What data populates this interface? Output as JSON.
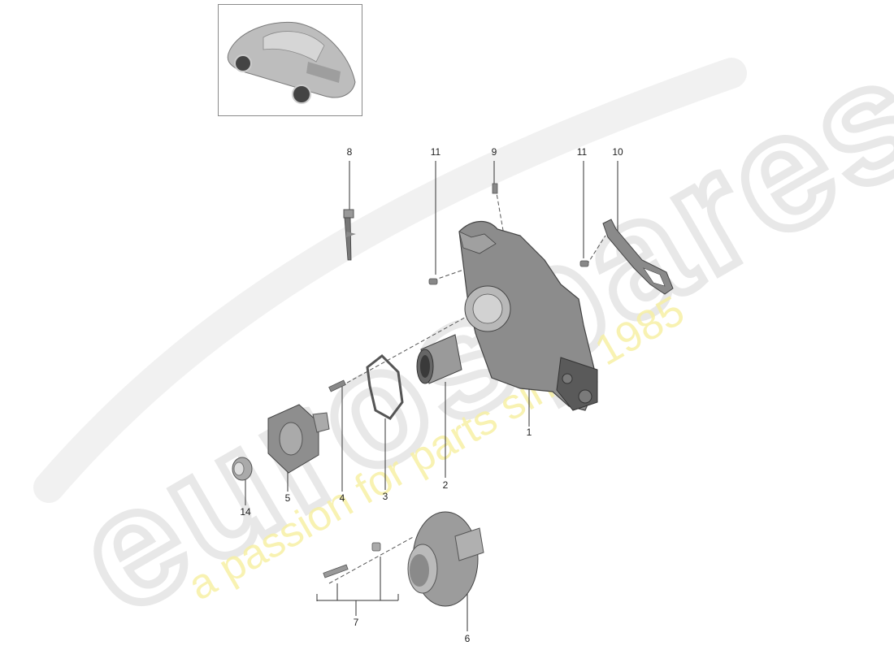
{
  "diagram": {
    "type": "exploded-parts-diagram",
    "subject": "rear wheel carrier / hub assembly",
    "thumbnail": {
      "label": "vehicle-overview",
      "depicts": "silver sports coupe, rear three-quarter view"
    },
    "watermark": {
      "brand": "eurospares",
      "tagline": "a passion for parts since 1985",
      "brand_color": "#eeeeee",
      "tagline_color": "#f7f0a0"
    },
    "callouts": [
      {
        "id": "1",
        "label": "1",
        "part": "wheel carrier"
      },
      {
        "id": "2",
        "label": "2",
        "part": "wheel bearing"
      },
      {
        "id": "3",
        "label": "3",
        "part": "cover plate / gasket"
      },
      {
        "id": "4",
        "label": "4",
        "part": "bolt"
      },
      {
        "id": "5",
        "label": "5",
        "part": "drive flange"
      },
      {
        "id": "6",
        "label": "6",
        "part": "wheel hub"
      },
      {
        "id": "7",
        "label": "7",
        "part": "bolt set (bolt + sleeve)"
      },
      {
        "id": "8",
        "label": "8",
        "part": "speed sensor"
      },
      {
        "id": "9",
        "label": "9",
        "part": "screw"
      },
      {
        "id": "10",
        "label": "10",
        "part": "bracket"
      },
      {
        "id": "11a",
        "label": "11",
        "part": "screw"
      },
      {
        "id": "11b",
        "label": "11",
        "part": "screw"
      },
      {
        "id": "14",
        "label": "14",
        "part": "nut / cap"
      }
    ],
    "colors": {
      "line": "#333333",
      "part_fill": "#9a9a9a",
      "part_dark": "#5e5e5e",
      "frame": "#8a8a8a"
    }
  }
}
